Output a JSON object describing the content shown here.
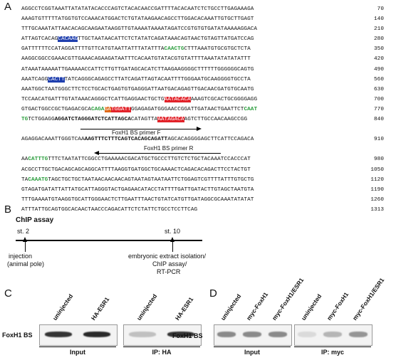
{
  "panels": {
    "a": "A",
    "b": "B",
    "c": "C",
    "d": "D"
  },
  "sequence_lines": [
    {
      "segments": [
        {
          "t": "AGGCCTCGGTAAATTATATATACACCCAGTCTACACAACCGATTTTACACAATCTCTGCCTTGAGAAAGA"
        }
      ],
      "num": "70"
    },
    {
      "segments": [
        {
          "t": "AAAGTGTTTTTATGGTGTCCAAACATGGACTCTGTATAAGAACAGCCTTGGACACAAATTGTGCTTGAGT"
        }
      ],
      "num": "140"
    },
    {
      "segments": [
        {
          "t": "TTTGCAAATATTAACACAGCAAGAATAAGGTTGTAAAATAAAATAGATCCGTGTGTGATATAAAAAGGACA"
        }
      ],
      "num": "210"
    },
    {
      "segments": [
        {
          "t": "ATTAGTCACAG"
        },
        {
          "t": "CACAAG",
          "c": "hl-blue"
        },
        {
          "t": "TTGCTAATAACATTCTCTATATCAGATAAACAGTAACTGTAGTTATGATCCAG"
        }
      ],
      "num": "280"
    },
    {
      "segments": [
        {
          "t": "GATTTTTTCCATAGGATTTTGTTCATGTAATTATTTATATTTA"
        },
        {
          "t": "CAACTG",
          "c": "hl-green"
        },
        {
          "t": "CTTTAAATGTGCGTGCTCTA"
        }
      ],
      "num": "350"
    },
    {
      "segments": [
        {
          "t": "AAGGCGGCCGAAACGTTGAAACAGAAGATAATTTCACAATGTATACGTGTATTTTAAATATATATATTT"
        }
      ],
      "num": "420"
    },
    {
      "segments": [
        {
          "t": "ATAAATAAAAATTGAAAAACCATTCTTGTTGATAGCACATCTTAAGAAGGGGCTTTTTTGGGGGGCAGTG"
        }
      ],
      "num": "490"
    },
    {
      "segments": [
        {
          "t": "AAATCAGG"
        },
        {
          "t": "CACTT",
          "c": "hl-blue"
        },
        {
          "t": "TATCAGGGCAGAGCCTTATCAGATTAGTACAATTTTGGGAATGCAAGGGGTGCCTA"
        }
      ],
      "num": "560"
    },
    {
      "segments": [
        {
          "t": "AAATGGCTAATGGGCTTCTCCTGCACTGAGTGTGAGGGATTAATGACAGAGTTGACAACGATGTGCAATG"
        }
      ],
      "num": "630"
    },
    {
      "segments": [
        {
          "t": "TCCAACATGATTTGTATAAACAGGGCTCATTGAGGAACTGCTG"
        },
        {
          "t": "AATACACA",
          "c": "hl-red"
        },
        {
          "t": "AAAGTCGCACTGCGGGGAGG"
        }
      ],
      "num": "700"
    },
    {
      "segments": [
        {
          "t": "GTGACTGGCCGCTGAGACGCA"
        },
        {
          "t": "CAGA",
          "c": "hl-green"
        },
        {
          "t": "GA",
          "c": "hl-orange"
        },
        {
          "t": "TGGATT",
          "c": "hl-red"
        },
        {
          "t": "GGAGAGATGGGAACCGGATTGATAACTGAATTCT"
        },
        {
          "t": "CAAT",
          "c": "hl-green"
        }
      ],
      "num": "770"
    },
    {
      "segments": [
        {
          "t": "TG",
          "c": "hl-green"
        },
        {
          "t": "TCTGGAGG"
        },
        {
          "t": "AGGATCTAGGGATCTCATTAGCA",
          "c": "hl-bold"
        },
        {
          "t": "CATAGTTA"
        },
        {
          "t": "AATAGACA",
          "c": "hl-red"
        },
        {
          "t": "AGTCTTGCCAACAAGCCGG"
        }
      ],
      "num": "840"
    },
    {
      "segments": [
        {
          "t": ""
        }
      ],
      "num": ""
    },
    {
      "segments": [
        {
          "t": "AGAGGACAAATTGGGTCAA"
        },
        {
          "t": "AAGTTTCTTTCAGTCACAGCAGATT",
          "c": "hl-bold"
        },
        {
          "t": "AGCACAGGGGAGCTTCATTCCAGACA"
        }
      ],
      "num": "910"
    },
    {
      "segments": [
        {
          "t": ""
        }
      ],
      "num": ""
    },
    {
      "segments": [
        {
          "t": "AA"
        },
        {
          "t": "CATTTG",
          "c": "hl-green"
        },
        {
          "t": "TTTCTAATATTCGGCCTGAAAAACGACATGCTGCCCTTGTCTCTGCTACAAATCCACCCAT"
        }
      ],
      "num": "980"
    },
    {
      "segments": [
        {
          "t": "ACGCCTTGCTGACAGCAGCAGGCATTTTAAGGTGATGGCTGCAAAACTCAGACACAGACTTCCTACTGT"
        }
      ],
      "num": "1050"
    },
    {
      "segments": [
        {
          "t": "TA"
        },
        {
          "t": "CAAATG",
          "c": "hl-green"
        },
        {
          "t": "TAGCTGCTGCTAATAACAACAACAGTAATAGTAATAATTCTGGAGTCGTTTTATTTGTGCTG"
        }
      ],
      "num": "1120"
    },
    {
      "segments": [
        {
          "t": "GTAGATGATATTATTATGCATTAGGGTACTGAGAACATACCTATTTTGATTGATACTTGTAGCTAATGTA"
        }
      ],
      "num": "1190"
    },
    {
      "segments": [
        {
          "t": "TTTGAAAATGTAAGGTGCATTGGGAACTCTTGAATTTAACTGTATCATGTTGATAGGCGCAAATATATAT"
        }
      ],
      "num": "1260"
    },
    {
      "segments": [
        {
          "t": "ATTTATTGCAGTGGCACAACTAACCCAGACATTCTCTATTCTGCCTCCTTCAG"
        }
      ],
      "num": "1313"
    }
  ],
  "primers": {
    "forward": "FoxH1 BS primer F",
    "reverse": "FoxH1 BS primer R"
  },
  "chip": {
    "title": "ChIP assay",
    "stage_start": "st. 2",
    "stage_end": "st. 10",
    "injection": "injection",
    "injection_sub": "(animal pole)",
    "step_line1": "embryonic extract isolation/",
    "step_line2": "ChIP assay/",
    "step_line3": "RT-PCR"
  },
  "gel_c": {
    "row_label": "FoxH1 BS",
    "lanes": [
      "uninjected",
      "HA-ESR1",
      "uninjected",
      "HA-ESR1"
    ],
    "groups": [
      "Input",
      "IP: HA"
    ],
    "band_intensity": [
      0.85,
      0.9,
      0.2,
      0.85
    ]
  },
  "gel_d": {
    "row_label": "FoxH1 BS",
    "lanes": [
      "uninjected",
      "myc-FoxH1",
      "myc-FoxH1/ESR1",
      "uninjected",
      "myc-FoxH1",
      "myc-FoxH1/ESR1"
    ],
    "groups": [
      "Input",
      "IP: myc"
    ],
    "band_intensity": [
      0.45,
      0.45,
      0.45,
      0.08,
      0.25,
      0.4
    ]
  }
}
